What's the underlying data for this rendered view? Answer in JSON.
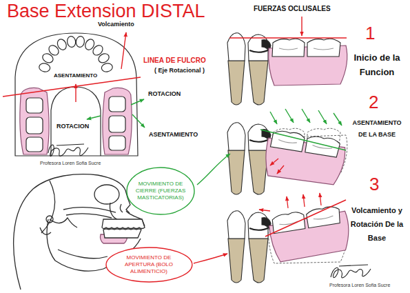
{
  "diagram": {
    "title": "Base Extension DISTAL",
    "nodes": [
      {
        "text": [
          "MOVIMIENTO DE CIERRE (FUERZAS MASTICATORIAS)"
        ]
      },
      {
        "text": [
          "MOVIMIENTO DE APERTURA (BOLO ALIMENTICIO)"
        ]
      }
    ],
    "labels": [
      "FUERZAS OCLUSALES",
      "Volcamiento",
      "LINEA DE FULCRO",
      "( Eje Rotacional )",
      "ASENTAMIENTO",
      "1",
      "Inicio de la Funcion",
      "ROTACION",
      "ROTACION",
      "ASENTAMIENTO",
      "2",
      "ASENTAMIENTO DE LA BASE",
      "Profesora Loren Sofia Sucre",
      "3",
      "Volcamiento y Rotación De la Base",
      "Profesora Loren Sofia Sucre"
    ]
  }
}
